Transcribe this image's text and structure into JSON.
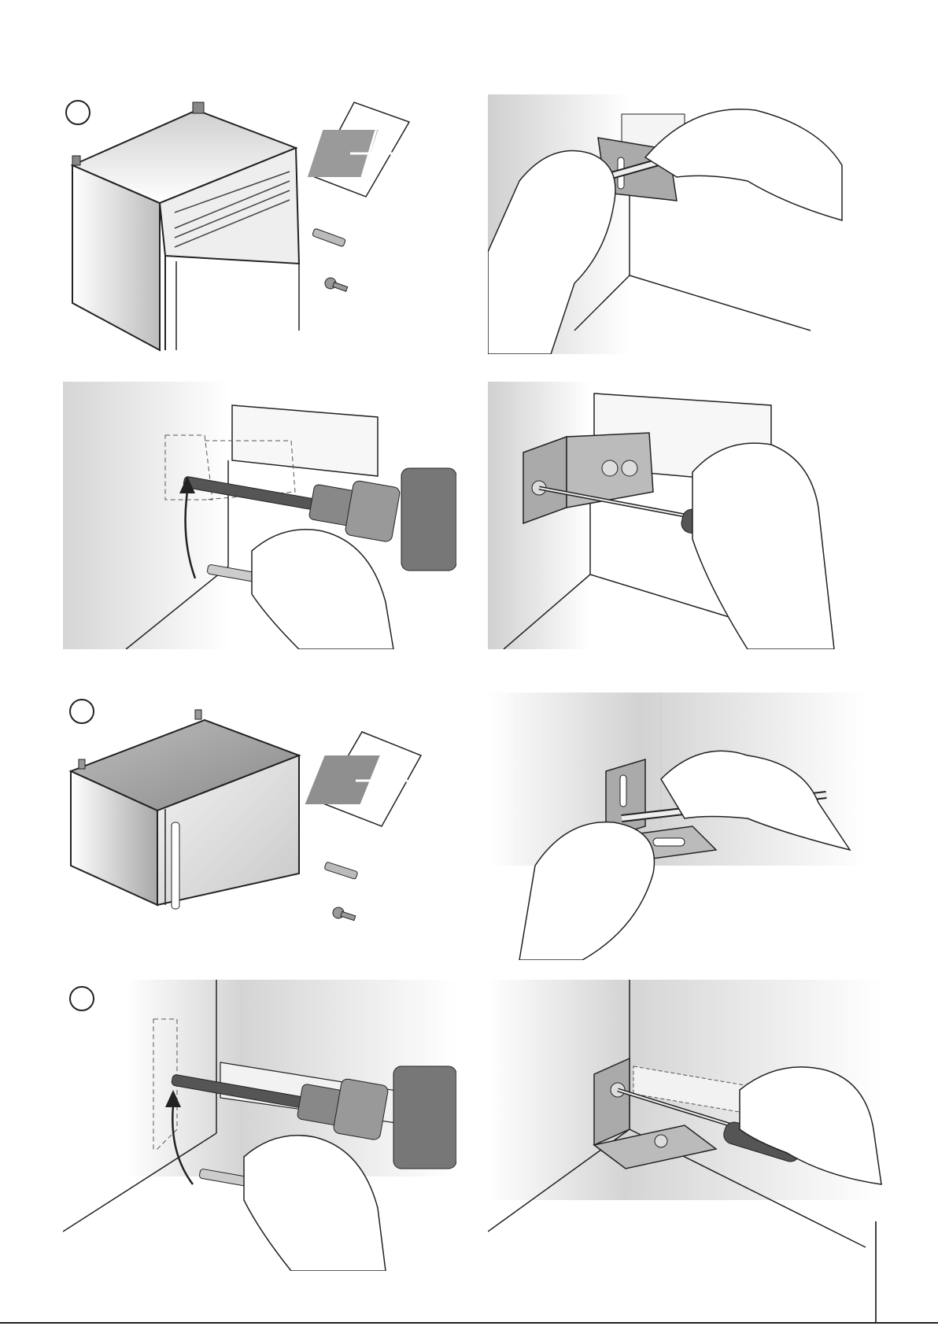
{
  "document": {
    "type": "installation-instructions-illustration-page",
    "footer_text": ""
  },
  "steps": [
    {
      "illustration": "cabinet-with-leaflet-and-fixings"
    },
    {
      "illustration": "marking-bracket-holes-with-pencil"
    },
    {
      "illustration": "drilling-hole-and-inserting-wall-plug"
    },
    {
      "illustration": "screwing-bracket-to-wall"
    },
    {
      "illustration": "appliance-with-leaflet-and-fixings"
    },
    {
      "illustration": "marking-floor-bracket-holes"
    },
    {
      "illustration": "drilling-floor-level-hole-and-inserting-plug"
    },
    {
      "illustration": "screwing-floor-bracket"
    }
  ],
  "colors": {
    "line": "#222222",
    "wall_shade": "#d6d6d6",
    "tool_dark": "#555555"
  }
}
